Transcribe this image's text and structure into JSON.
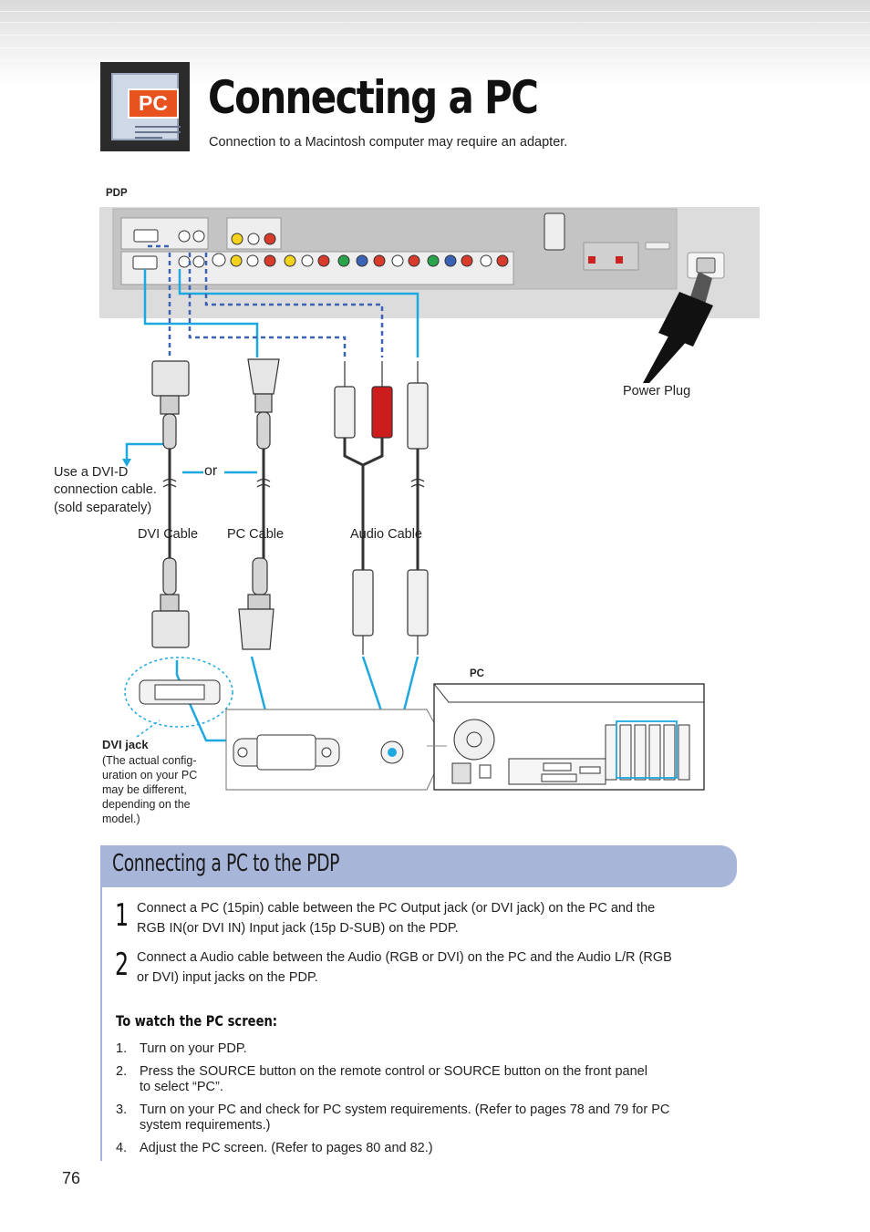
{
  "header": {
    "icon_label": "PC",
    "title": "Connecting a PC",
    "subtitle": "Connection to a Macintosh computer may require an adapter."
  },
  "diagram": {
    "pdp_label": "PDP",
    "pc_label": "PC",
    "power_plug": "Power Plug",
    "or_label": "or",
    "dvi_note": [
      "Use a DVI-D",
      "connection cable.",
      "(sold separately)"
    ],
    "cable_labels": {
      "dvi": "DVI Cable",
      "pc": "PC Cable",
      "audio": "Audio Cable"
    },
    "dvi_jack": {
      "title": "DVI jack",
      "note": [
        "(The actual config-",
        "uration on your PC",
        "may be different,",
        "depending on the",
        "model.)"
      ]
    }
  },
  "section": {
    "title": "Connecting a PC to the PDP",
    "steps": [
      {
        "num": "1",
        "lines": [
          "Connect a PC (15pin) cable between the PC Output jack (or DVI jack) on the PC and the",
          "RGB IN(or DVI IN) Input jack (15p D-SUB) on the PDP."
        ]
      },
      {
        "num": "2",
        "lines": [
          "Connect a Audio cable between the Audio (RGB or DVI) on the PC and the Audio L/R (RGB",
          "or DVI) input jacks on the PDP."
        ]
      }
    ],
    "watch_title": "To watch the PC screen:",
    "watch_items": [
      {
        "num": "1.",
        "lines": [
          "Turn on your PDP."
        ]
      },
      {
        "num": "2.",
        "lines": [
          "Press the SOURCE button on the remote control or SOURCE button on the front panel",
          "to select “PC”."
        ]
      },
      {
        "num": "3.",
        "lines": [
          "Turn on your PC and check for PC system requirements. (Refer to pages 78 and 79 for PC",
          "system requirements.)"
        ]
      },
      {
        "num": "4.",
        "lines": [
          "Adjust the PC screen. (Refer to pages 80 and 82.)"
        ]
      }
    ]
  },
  "page_number": "76",
  "colors": {
    "cable_blue": "#1ea8e0",
    "dash_blue": "#3a62b5",
    "section_bar": "#a7b6d8",
    "audio_red": "#cc1c1c",
    "badge_orange": "#e8521f"
  }
}
